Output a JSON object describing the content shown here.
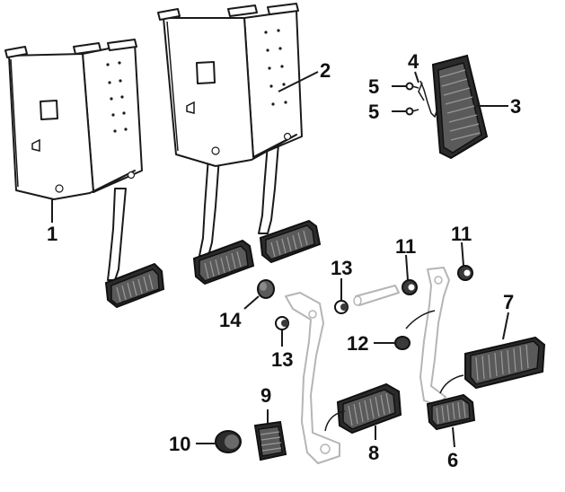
{
  "callouts": {
    "c1": "1",
    "c2": "2",
    "c3": "3",
    "c4": "4",
    "c5a": "5",
    "c5b": "5",
    "c6": "6",
    "c7": "7",
    "c8": "8",
    "c9": "9",
    "c10": "10",
    "c11a": "11",
    "c11b": "11",
    "c12": "12",
    "c13a": "13",
    "c13b": "13",
    "c14": "14"
  },
  "colors": {
    "line": "#1a1a1a",
    "pad": "#2b2b2b",
    "ghost": "#b5b5b5",
    "background": "#ffffff"
  }
}
